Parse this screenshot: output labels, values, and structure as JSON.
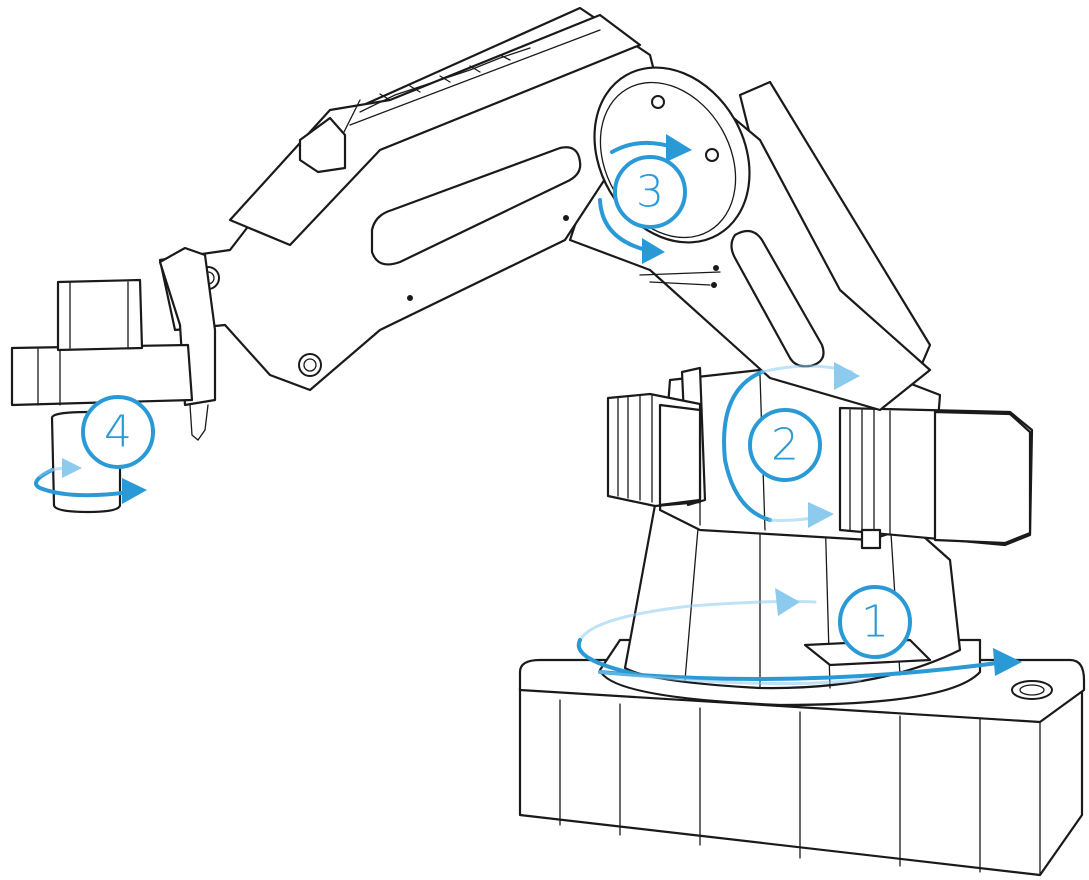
{
  "diagram": {
    "colors": {
      "accent": "#2a9ad6",
      "accent_light": "#8ccaee",
      "outline": "#1a1a1a",
      "background": "#ffffff"
    },
    "axes": [
      {
        "id": "axis-1",
        "label": "1"
      },
      {
        "id": "axis-2",
        "label": "2"
      },
      {
        "id": "axis-3",
        "label": "3"
      },
      {
        "id": "axis-4",
        "label": "4"
      }
    ]
  }
}
